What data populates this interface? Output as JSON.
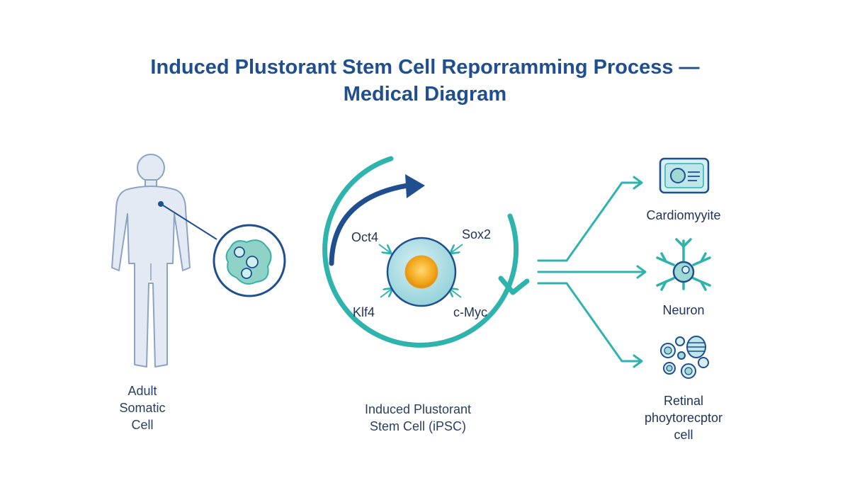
{
  "title": {
    "line1": "Induced Plustorant Stem Cell Reporramming Process —",
    "line2": "Medical Diagram"
  },
  "source": {
    "label_line1": "Adult",
    "label_line2": "Somatic",
    "label_line3": "Cell"
  },
  "ipsc": {
    "label_line1": "Induced Plustorant",
    "label_line2": "Stem Cell (iPSC)",
    "factors": [
      "Oct4",
      "Sox2",
      "Klf4",
      "c-Myc"
    ]
  },
  "outputs": [
    {
      "label_line1": "Cardiomyyite",
      "icon": "cardiomyocyte-icon"
    },
    {
      "label_line1": "Neuron",
      "icon": "neuron-icon"
    },
    {
      "label_line1": "Retinal",
      "label_line2": "phoytorecptor",
      "label_line3": "cell",
      "icon": "retinal-cells-icon"
    }
  ],
  "colors": {
    "title": "#1f4f8f",
    "teal": "#2fb3ad",
    "navy": "#1f4f8f",
    "body_fill": "#e3eaf3",
    "body_stroke": "#8ba3c4",
    "nucleus": "#f2a71b"
  }
}
